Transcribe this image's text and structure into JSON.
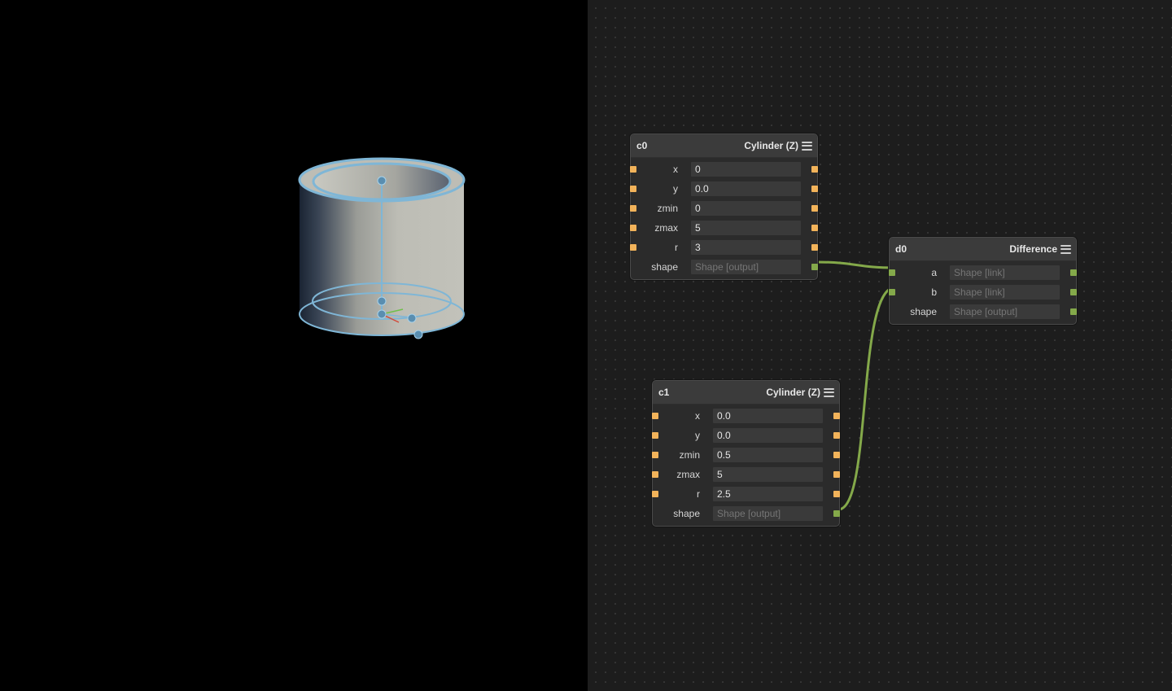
{
  "colors": {
    "viewport_bg": "#000000",
    "graph_bg": "#1d1d1d",
    "node_bg": "#2b2b2b",
    "number_port": "#f2b35a",
    "shape_port": "#84a94a",
    "wire": "#84a94a",
    "gizmo": "#7fb6d6"
  },
  "nodes": {
    "c0": {
      "name": "c0",
      "type": "Cylinder (Z)",
      "rows": [
        {
          "label": "x",
          "value": "0"
        },
        {
          "label": "y",
          "value": "0.0"
        },
        {
          "label": "zmin",
          "value": "0"
        },
        {
          "label": "zmax",
          "value": "5"
        },
        {
          "label": "r",
          "value": "3"
        },
        {
          "label": "shape",
          "placeholder": "Shape [output]"
        }
      ]
    },
    "c1": {
      "name": "c1",
      "type": "Cylinder (Z)",
      "rows": [
        {
          "label": "x",
          "value": "0.0"
        },
        {
          "label": "y",
          "value": "0.0"
        },
        {
          "label": "zmin",
          "value": "0.5"
        },
        {
          "label": "zmax",
          "value": "5"
        },
        {
          "label": "r",
          "value": "2.5"
        },
        {
          "label": "shape",
          "placeholder": "Shape [output]"
        }
      ]
    },
    "d0": {
      "name": "d0",
      "type": "Difference",
      "rows": [
        {
          "label": "a",
          "placeholder": "Shape [link]"
        },
        {
          "label": "b",
          "placeholder": "Shape [link]"
        },
        {
          "label": "shape",
          "placeholder": "Shape [output]"
        }
      ]
    }
  },
  "connections": [
    {
      "from": "c0.shape",
      "to": "d0.a"
    },
    {
      "from": "c1.shape",
      "to": "d0.b"
    }
  ],
  "icons": {
    "node_menu": "hamburger-menu-icon",
    "cylinder_render": "hollow-cylinder"
  }
}
